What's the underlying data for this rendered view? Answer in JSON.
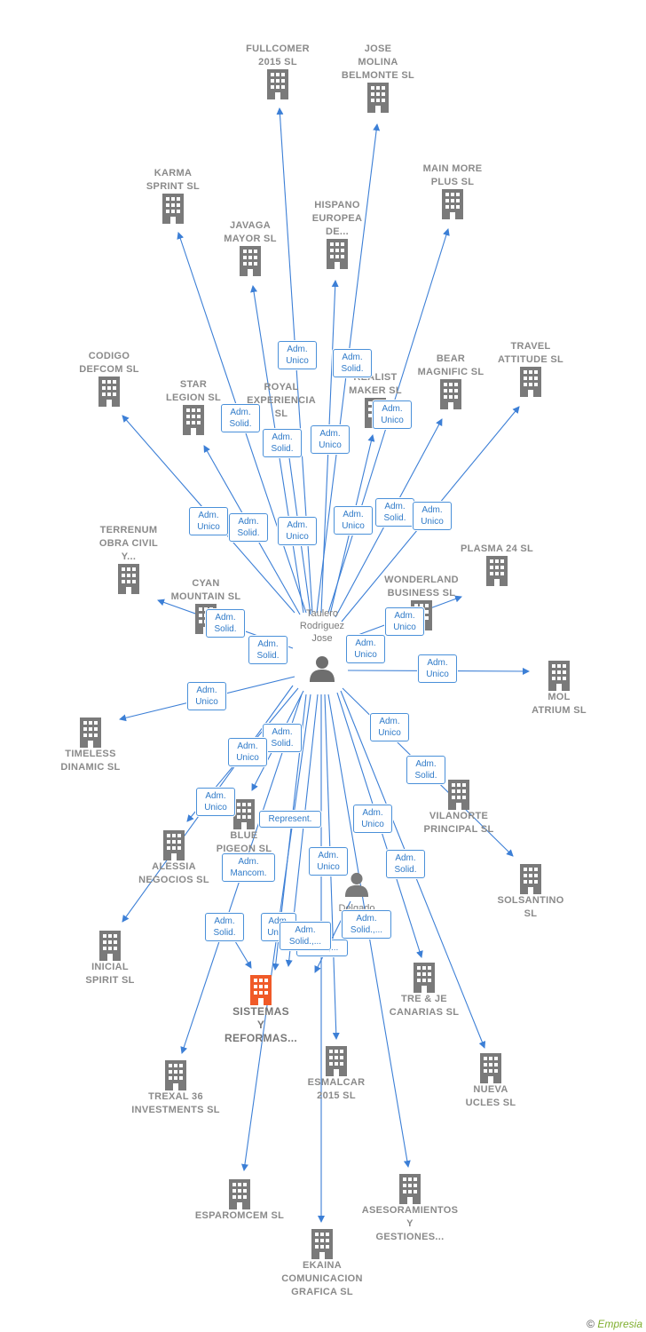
{
  "colors": {
    "edge": "#3c7fd6",
    "building": "#7a7a7a",
    "focus_building": "#f05a28",
    "tag_border": "#4a90d9"
  },
  "center": {
    "name": "Taulero\nRodriguez\nJose"
  },
  "secondary_person": {
    "name": "Delgado\nA..."
  },
  "focus_company": {
    "name": "SISTEMAS\nY\nREFORMAS..."
  },
  "companies": [
    {
      "id": "fullcomer",
      "name": "FULLCOMER\n2015 SL"
    },
    {
      "id": "jose-molina",
      "name": "JOSE\nMOLINA\nBELMONTE SL"
    },
    {
      "id": "karma",
      "name": "KARMA\nSPRINT SL"
    },
    {
      "id": "main-more",
      "name": "MAIN MORE\nPLUS SL"
    },
    {
      "id": "hispano",
      "name": "HISPANO\nEUROPEA\nDE..."
    },
    {
      "id": "javaga",
      "name": "JAVAGA\nMAYOR SL"
    },
    {
      "id": "codigo",
      "name": "CODIGO\nDEFCOM SL"
    },
    {
      "id": "travel",
      "name": "TRAVEL\nATTITUDE SL"
    },
    {
      "id": "bear",
      "name": "BEAR\nMAGNIFIC SL"
    },
    {
      "id": "realist",
      "name": "REALIST\nMAKER SL"
    },
    {
      "id": "royal",
      "name": "ROYAL\nEXPERIENCIA\nSL"
    },
    {
      "id": "star",
      "name": "STAR\nLEGION SL"
    },
    {
      "id": "terrenum",
      "name": "TERRENUM\nOBRA CIVIL\nY..."
    },
    {
      "id": "plasma",
      "name": "PLASMA 24 SL"
    },
    {
      "id": "cyan",
      "name": "CYAN\nMOUNTAIN SL"
    },
    {
      "id": "wonderland",
      "name": "WONDERLAND\nBUSINESS SL"
    },
    {
      "id": "mol",
      "name": "MOL\nATRIUM SL"
    },
    {
      "id": "timeless",
      "name": "TIMELESS\nDINAMIC SL"
    },
    {
      "id": "vilanorte",
      "name": "VILANORTE\nPRINCIPAL SL"
    },
    {
      "id": "blue",
      "name": "BLUE\nPIGEON SL"
    },
    {
      "id": "alessia",
      "name": "ALESSIA\nNEGOCIOS SL"
    },
    {
      "id": "solsantino",
      "name": "SOLSANTINO\nSL"
    },
    {
      "id": "inicial",
      "name": "INICIAL\nSPIRIT SL"
    },
    {
      "id": "tre-je",
      "name": "TRE & JE\nCANARIAS SL"
    },
    {
      "id": "esmalcar",
      "name": "ESMALCAR\n2015 SL"
    },
    {
      "id": "nueva",
      "name": "NUEVA\nUCLES SL"
    },
    {
      "id": "trexal",
      "name": "TREXAL 36\nINVESTMENTS SL"
    },
    {
      "id": "esparomcem",
      "name": "ESPAROMCEM SL"
    },
    {
      "id": "asesoramientos",
      "name": "ASESORAMIENTOS\nY\nGESTIONES..."
    },
    {
      "id": "ekaina",
      "name": "EKAINA\nCOMUNICACION\nGRAFICA SL"
    }
  ],
  "relations": [
    "Adm.\nUnico",
    "Adm.\nSolid.",
    "Adm.\nSolid.",
    "Adm.\nUnico",
    "Adm.\nSolid.",
    "Adm.\nUnico",
    "Adm.\nUnico",
    "Adm.\nSolid.",
    "Adm.\nUnico",
    "Adm.\nUnico",
    "Adm.\nSolid.",
    "Adm.\nUnico",
    "Adm.\nSolid.",
    "Adm.\nSolid.",
    "Adm.\nUnico",
    "Adm.\nUnico",
    "Adm.\nUnico",
    "Adm.\nUnico",
    "Adm.\nSolid.",
    "Adm.\nUnico",
    "Adm.\nSolid.",
    "Represent.",
    "Adm.\nMancom.",
    "Adm.\nUnico",
    "Adm.\nSolid.",
    "Adm.\nSolid.",
    "Adm.\nUnico",
    "Adm.\nSolid.,...",
    "Adm.\nSolid.,...",
    "Unico,..."
  ],
  "copyright": {
    "symbol": "©",
    "brand": "Empresia"
  }
}
